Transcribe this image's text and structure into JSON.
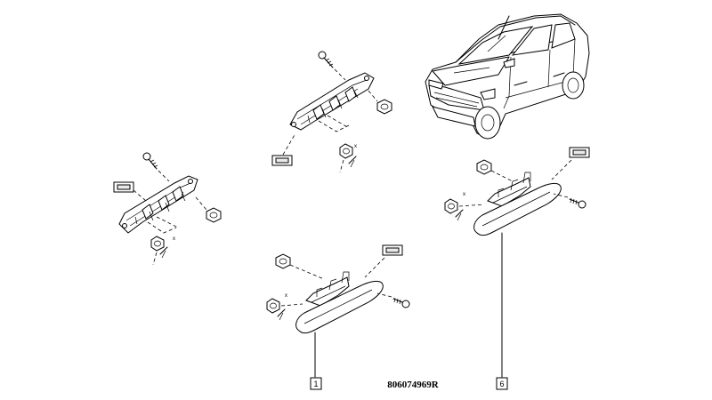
{
  "diagram": {
    "reference_number": "806074969R",
    "callouts": [
      {
        "id": "callout-1",
        "label": "1"
      },
      {
        "id": "callout-6",
        "label": "6"
      }
    ],
    "x_marks": [
      "x",
      "x",
      "x",
      "x"
    ]
  },
  "colors": {
    "line": "#000000",
    "background": "#ffffff"
  }
}
